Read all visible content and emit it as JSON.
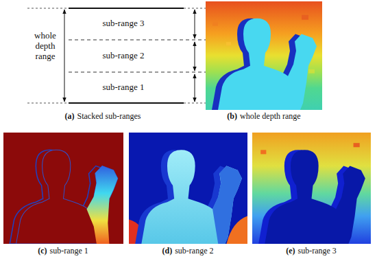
{
  "diagram": {
    "labels": [
      "sub-range 3",
      "sub-range 2",
      "sub-range 1",
      "whole depth range",
      "(a)",
      "Stacked sub-ranges",
      "(b)",
      "whole depth range",
      "(c)",
      "sub-range 1",
      "(d)",
      "sub-range 2",
      "(e)",
      "sub-range 3"
    ]
  }
}
